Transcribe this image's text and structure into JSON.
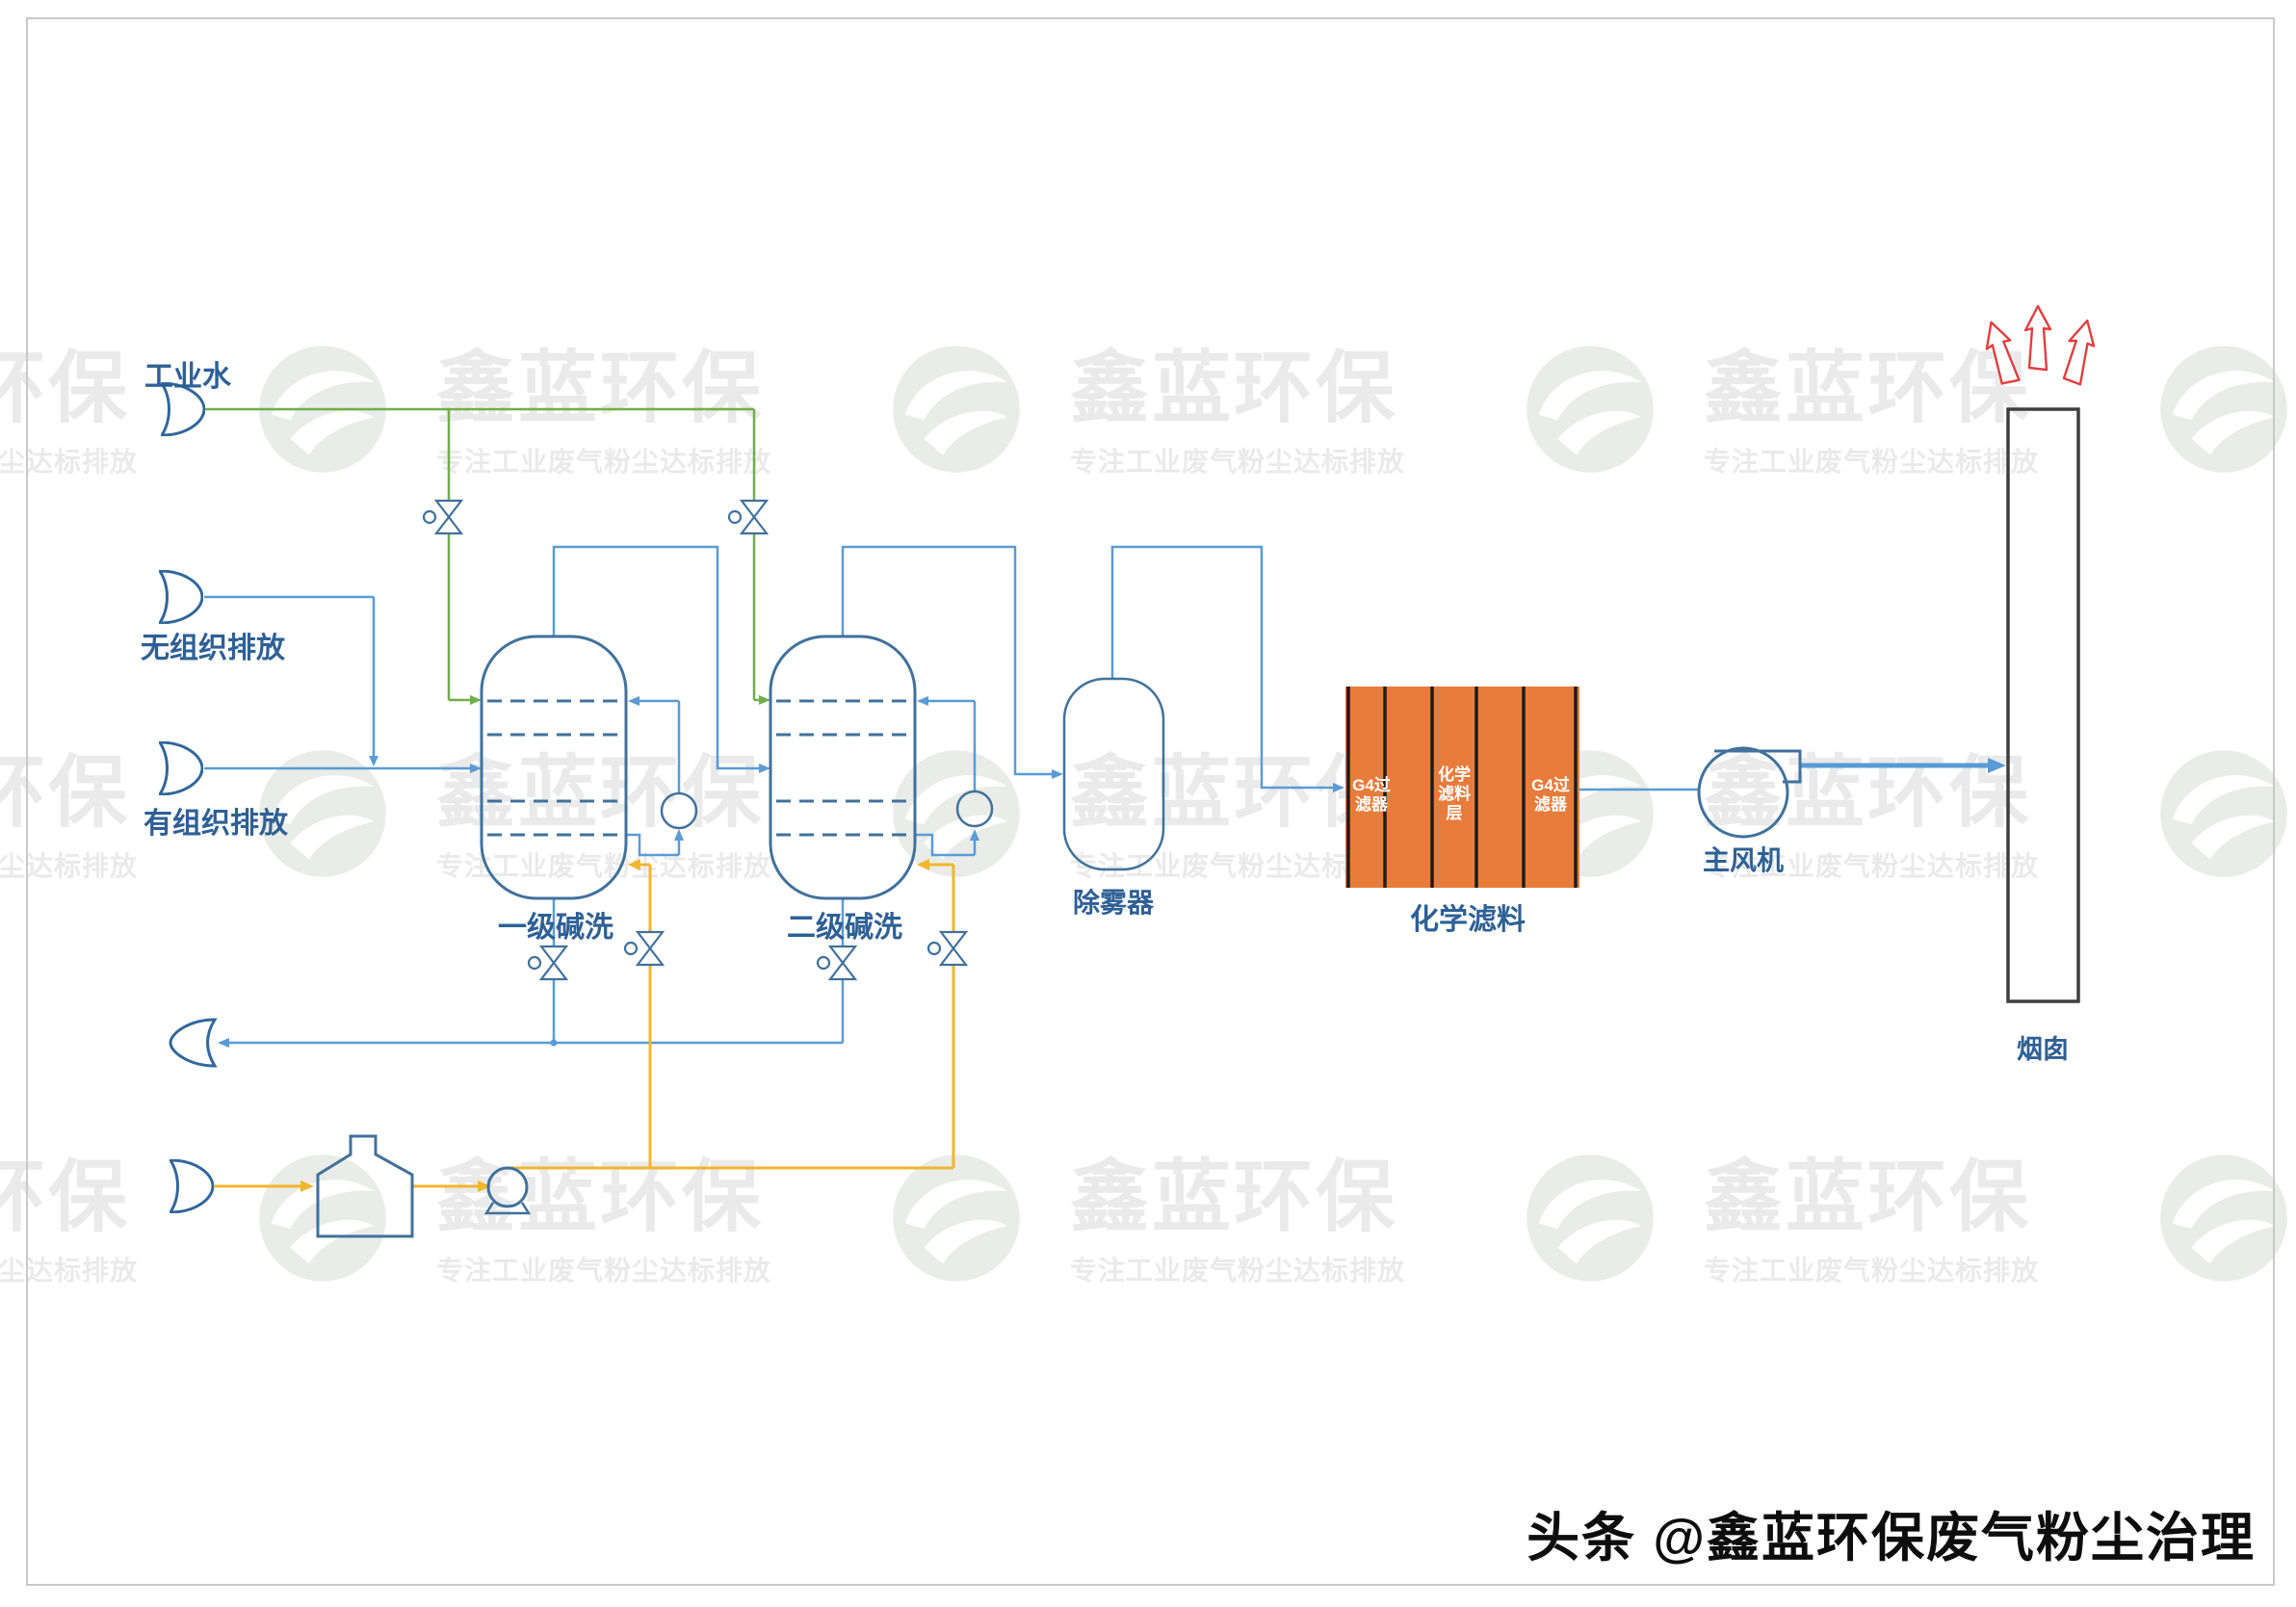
{
  "watermark": {
    "brand": "鑫蓝环保",
    "tagline": "专注工业废气粉尘达标排放"
  },
  "attribution": "头条 @鑫蓝环保废气粉尘治理",
  "labels": {
    "industrial_water": "工业水",
    "fugitive_emission": "无组织排放",
    "organized_emission": "有组织排放",
    "stage1_scrubber": "一级碱洗",
    "stage2_scrubber": "二级碱洗",
    "demister": "除雾器",
    "chemical_filter": "化学滤料",
    "main_fan": "主风机",
    "stack": "烟囱"
  },
  "filter_box": {
    "g4_line1": "G4过",
    "g4_line2": "滤器",
    "chem_line1": "化学",
    "chem_line2": "滤料",
    "chem_line3": "层"
  },
  "colors": {
    "pipe-blue": "#5b9bd5",
    "pipe-green": "#6fae4c",
    "pipe-yellow": "#f2b52d",
    "vessel-stroke": "#41719c",
    "filter-fill": "#e87c3a",
    "divider": "#1c1c1c",
    "label-blue": "#2e6095",
    "arrow-red": "#e03e3e",
    "watermark-gray": "#eaeaea",
    "border-gray": "#c9c9c9",
    "attribution-black": "#0d0d0d"
  }
}
